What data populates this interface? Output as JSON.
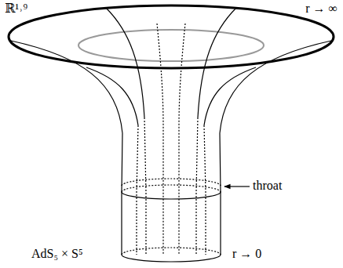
{
  "diagram": {
    "labels": [
      "ℝ¹˒⁹",
      "r → ∞",
      "throat",
      "AdS₅ × S⁵",
      "r → 0"
    ]
  }
}
